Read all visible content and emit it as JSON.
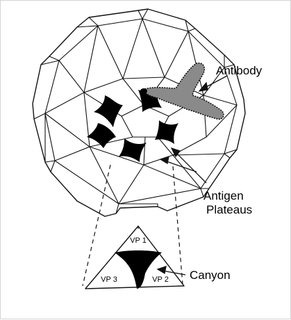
{
  "labels": {
    "antibody": "Antibody",
    "antigen_line1": "Antigen",
    "antigen_line2": "Plateaus",
    "canyon": "Canyon"
  },
  "subunits": {
    "vp1": "VP 1",
    "vp2": "VP 2",
    "vp3": "VP 3"
  },
  "colors": {
    "ink": "#111111",
    "background": "#ffffff",
    "antibody_fill": "#8a8a8a"
  }
}
